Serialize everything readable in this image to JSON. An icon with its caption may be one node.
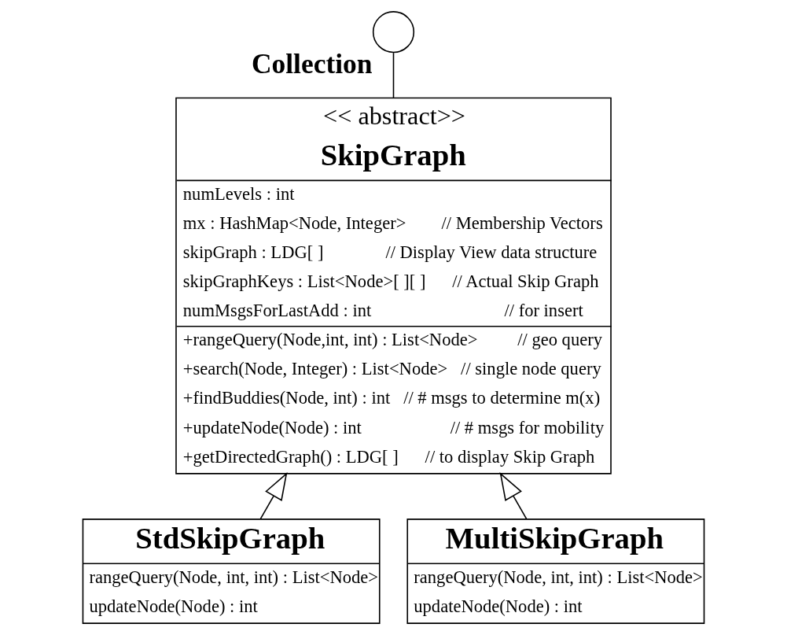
{
  "diagram": {
    "nodes": [
      {
        "text": [
          "Collection"
        ]
      },
      {
        "text": [
          "<< abstract>>",
          "SkipGraph",
          "numLevels : int",
          "mx : HashMap<Node, Integer>        // Membership Vectors",
          "skipGraph : LDG[ ]              // Display View data structure",
          "skipGraphKeys : List<Node>[ ][ ]      // Actual Skip Graph",
          "numMsgsForLastAdd : int                              // for insert",
          "+rangeQuery(Node,int, int) : List<Node>         // geo query",
          "+search(Node, Integer) : List<Node>   // single node query",
          "+findBuddies(Node, int) : int   // # msgs to determine m(x)",
          "+updateNode(Node) : int                    // # msgs for mobility",
          "+getDirectedGraph() : LDG[ ]      // to display Skip Graph"
        ]
      },
      {
        "text": [
          "StdSkipGraph",
          "rangeQuery(Node, int, int) : List<Node>",
          "updateNode(Node) : int"
        ]
      },
      {
        "text": [
          "MultiSkipGraph",
          "rangeQuery(Node, int, int) : List<Node>",
          "updateNode(Node) : int"
        ]
      }
    ],
    "edges": [
      {
        "from": 1,
        "to": 0,
        "arrow": "none"
      },
      {
        "from": 2,
        "to": 1,
        "arrow": "to"
      },
      {
        "from": 3,
        "to": 1,
        "arrow": "to"
      }
    ]
  }
}
